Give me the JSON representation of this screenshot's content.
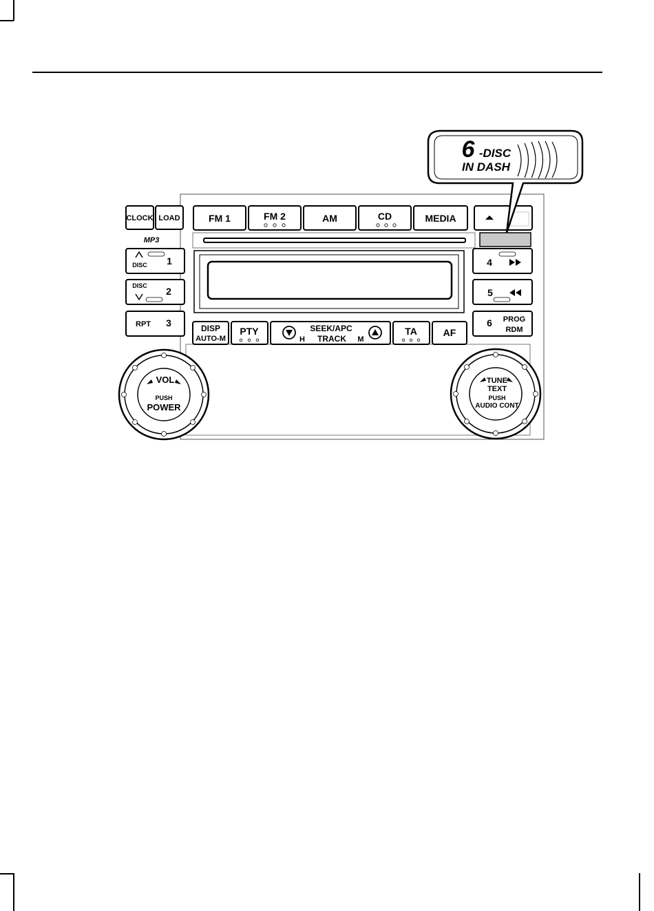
{
  "callout": {
    "number": "6",
    "line1": "-DISC",
    "line2": "IN DASH"
  },
  "buttons": {
    "clock": "CLOCK",
    "load": "LOAD",
    "fm1": "FM 1",
    "fm2": "FM 2",
    "am": "AM",
    "cd": "CD",
    "media": "MEDIA",
    "mp3": "MP3",
    "preset1_label": "DISC",
    "preset1_num": "1",
    "preset2_label": "DISC",
    "preset2_num": "2",
    "preset3_label": "RPT",
    "preset3_num": "3",
    "preset4_num": "4",
    "preset5_num": "5",
    "preset6_num": "6",
    "preset6_line1": "PROG",
    "preset6_line2": "RDM",
    "disp_line1": "DISP",
    "disp_line2": "AUTO-M",
    "pty": "PTY",
    "seek_line1": "SEEK/APC",
    "seek_line2": "TRACK",
    "seek_left": "H",
    "seek_right": "M",
    "ta": "TA",
    "af": "AF"
  },
  "knobs": {
    "left_line1": "VOL",
    "left_line2": "PUSH",
    "left_line3": "POWER",
    "right_line1": "TUNE",
    "right_line2": "TEXT",
    "right_line3": "PUSH",
    "right_line4": "AUDIO CONT"
  }
}
